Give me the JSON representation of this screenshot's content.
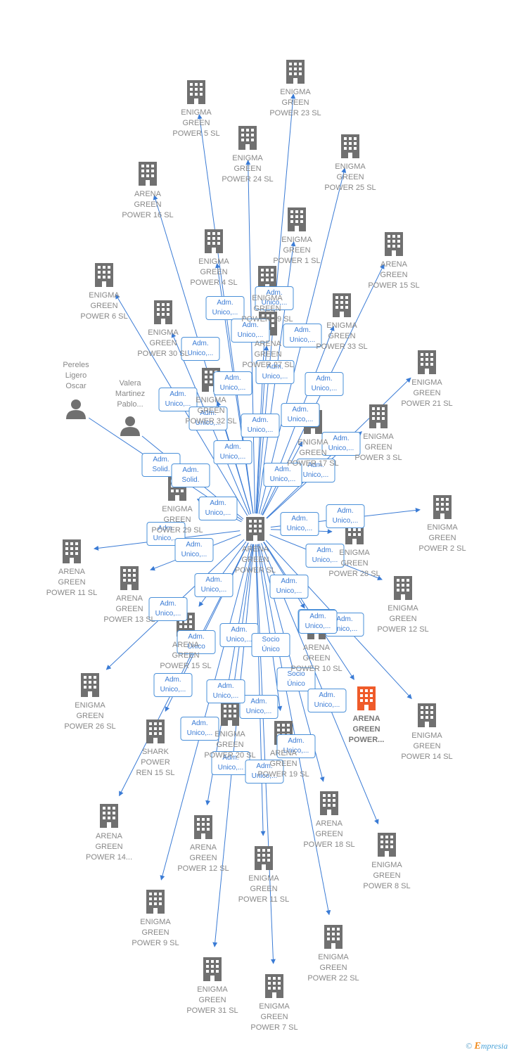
{
  "colors": {
    "edge": "#3a7bd5",
    "building": "#707070",
    "focus": "#ef5b2a",
    "label": "#888888",
    "edge_label": "#3a7bd5"
  },
  "footer": {
    "copyright": "©",
    "brand_initial": "E",
    "brand_rest": "mpresia"
  },
  "center": {
    "id": "c",
    "label": "ARENA\nGREEN\nPOWER  SL",
    "icon": "building-icon"
  },
  "nodes": [
    {
      "id": "n1",
      "label": "ENIGMA\nGREEN\nPOWER 23  SL",
      "icon": "building-icon"
    },
    {
      "id": "n2",
      "label": "ENIGMA\nGREEN\nPOWER 5  SL",
      "icon": "building-icon"
    },
    {
      "id": "n3",
      "label": "ENIGMA\nGREEN\nPOWER 24  SL",
      "icon": "building-icon"
    },
    {
      "id": "n4",
      "label": "ENIGMA\nGREEN\nPOWER 25  SL",
      "icon": "building-icon"
    },
    {
      "id": "n5",
      "label": "ARENA\nGREEN\nPOWER 16  SL",
      "icon": "building-icon"
    },
    {
      "id": "n6",
      "label": "ENIGMA\nGREEN\nPOWER 1  SL",
      "icon": "building-icon"
    },
    {
      "id": "n7",
      "label": "ENIGMA\nGREEN\nPOWER 4  SL",
      "icon": "building-icon"
    },
    {
      "id": "n8",
      "label": "ARENA\nGREEN\nPOWER 15  SL",
      "icon": "building-icon"
    },
    {
      "id": "n9",
      "label": "ENIGMA\nGREEN\nPOWER 6  SL",
      "icon": "building-icon"
    },
    {
      "id": "n10",
      "label": "ENIGMA\nGREEN\nPOWER 30  SL",
      "icon": "building-icon"
    },
    {
      "id": "n11",
      "label": "ENIGMA\nGREEN\nPOWER 33  SL",
      "icon": "building-icon"
    },
    {
      "id": "n12",
      "label": "ENIGMA\nGREEN\nPOWER 21  SL",
      "icon": "building-icon"
    },
    {
      "id": "n13",
      "label": "ENIGMA\nGREEN\nPOWER 3  SL",
      "icon": "building-icon"
    },
    {
      "id": "n14",
      "label": "Pereles\nLigero\nOscar",
      "icon": "person-icon"
    },
    {
      "id": "n15",
      "label": "Valera\nMartinez\nPablo...",
      "icon": "person-icon"
    },
    {
      "id": "n16",
      "label": "ENIGMA\nGREEN\nPOWER 2  SL",
      "icon": "building-icon"
    },
    {
      "id": "n17",
      "label": "ARENA\nGREEN\nPOWER 11  SL",
      "icon": "building-icon"
    },
    {
      "id": "n18",
      "label": "ARENA\nGREEN\nPOWER 13  SL",
      "icon": "building-icon"
    },
    {
      "id": "n19",
      "label": "ENIGMA\nGREEN\nPOWER 28  SL",
      "icon": "building-icon"
    },
    {
      "id": "n20",
      "label": "ENIGMA\nGREEN\nPOWER 12  SL",
      "icon": "building-icon"
    },
    {
      "id": "n21",
      "label": "ENIGMA\nGREEN\nPOWER 26  SL",
      "icon": "building-icon"
    },
    {
      "id": "n22",
      "label": "ENIGMA\nGREEN\nPOWER 14  SL",
      "icon": "building-icon"
    },
    {
      "id": "n23",
      "label": "ARENA\nGREEN\nPOWER...",
      "icon": "building-icon",
      "focus": true
    },
    {
      "id": "n24",
      "label": "SHARK\nPOWER\nREN 15  SL",
      "icon": "building-icon"
    },
    {
      "id": "n25",
      "label": "ARENA\nGREEN\nPOWER 14...",
      "icon": "building-icon"
    },
    {
      "id": "n26",
      "label": "ARENA\nGREEN\nPOWER 18  SL",
      "icon": "building-icon"
    },
    {
      "id": "n27",
      "label": "ARENA\nGREEN\nPOWER 12  SL",
      "icon": "building-icon"
    },
    {
      "id": "n28",
      "label": "ENIGMA\nGREEN\nPOWER 11  SL",
      "icon": "building-icon"
    },
    {
      "id": "n29",
      "label": "ENIGMA\nGREEN\nPOWER 8  SL",
      "icon": "building-icon"
    },
    {
      "id": "n30",
      "label": "ENIGMA\nGREEN\nPOWER 9  SL",
      "icon": "building-icon"
    },
    {
      "id": "n31",
      "label": "ENIGMA\nGREEN\nPOWER 22  SL",
      "icon": "building-icon"
    },
    {
      "id": "n32",
      "label": "ENIGMA\nGREEN\nPOWER 31  SL",
      "icon": "building-icon"
    },
    {
      "id": "n33",
      "label": "ENIGMA\nGREEN\nPOWER 7  SL",
      "icon": "building-icon"
    },
    {
      "id": "n34",
      "label": "ENIGMA\nGREEN\nPOWER 32  SL",
      "icon": "building-icon"
    },
    {
      "id": "n35",
      "label": "ENIGMA\nGREEN\nPOWER 17  SL",
      "icon": "building-icon"
    },
    {
      "id": "n36",
      "label": "ENIGMA\nGREEN\nPOWER 29  SL",
      "icon": "building-icon"
    },
    {
      "id": "n37",
      "label": "ARENA\nGREEN\nPOWER 10  SL",
      "icon": "building-icon"
    },
    {
      "id": "n38",
      "label": "ARENA\nGREEN\nPOWER 15  SL",
      "icon": "building-icon"
    },
    {
      "id": "n39",
      "label": "ENIGMA\nGREEN\nPOWER 20  SL",
      "icon": "building-icon"
    },
    {
      "id": "n40",
      "label": "ARENA\nGREEN\nPOWER 19  SL",
      "icon": "building-icon"
    },
    {
      "id": "n41",
      "label": "ARENA\nGREEN\nPOWER 27  SL",
      "icon": "building-icon"
    },
    {
      "id": "n42",
      "label": "ENIGMA\nGREEN\nPOWER 19  SL",
      "icon": "building-icon"
    }
  ],
  "edges": [
    {
      "to": "n1",
      "label": "Adm.\nUnico,..."
    },
    {
      "to": "n2",
      "label": "Adm.\nUnico,..."
    },
    {
      "to": "n3",
      "label": "Adm.\nUnico,..."
    },
    {
      "to": "n4",
      "label": "Adm.\nUnico,..."
    },
    {
      "to": "n5",
      "label": "Adm.\nUnico,..."
    },
    {
      "to": "n6",
      "label": "Adm.\nUnico,..."
    },
    {
      "to": "n7",
      "label": "Adm.\nUnico,..."
    },
    {
      "to": "n8",
      "label": "Adm.\nUnico,..."
    },
    {
      "to": "n9",
      "label": "Adm.\nUnico,..."
    },
    {
      "to": "n10",
      "label": "Adm.\nUnico,..."
    },
    {
      "to": "n11",
      "label": "Adm.\nUnico,..."
    },
    {
      "to": "n12",
      "label": "Adm.\nUnico,..."
    },
    {
      "to": "n13",
      "label": "Adm.\nUnico,..."
    },
    {
      "from": "n14",
      "label": "Adm.\nSolid."
    },
    {
      "from": "n15",
      "label": "Adm.\nSolid."
    },
    {
      "to": "n16",
      "label": "Adm.\nUnico,..."
    },
    {
      "to": "n17",
      "label": "Adm.\nUnico,..."
    },
    {
      "to": "n18",
      "label": "Adm.\nUnico,..."
    },
    {
      "to": "n19",
      "label": "Adm.\nUnico,..."
    },
    {
      "to": "n20",
      "label": "Adm.\nUnico,..."
    },
    {
      "to": "n21",
      "label": "Adm.\nUnico,..."
    },
    {
      "to": "n22",
      "label": "Adm.\nUnico,..."
    },
    {
      "to": "n23",
      "label": "Socio\nÚnico"
    },
    {
      "to": "n24",
      "label": "Adm.\nUnico,..."
    },
    {
      "to": "n25",
      "label": "Adm.\nUnico,..."
    },
    {
      "to": "n26",
      "label": "Adm.\nUnico,..."
    },
    {
      "to": "n27",
      "label": "Adm.\nUnico,..."
    },
    {
      "to": "n28",
      "label": "Adm.\nUnico,..."
    },
    {
      "to": "n29",
      "label": "Adm.\nUnico,..."
    },
    {
      "to": "n30",
      "label": "Adm.\nUnico,..."
    },
    {
      "to": "n31",
      "label": "Adm.\nUnico,..."
    },
    {
      "to": "n32",
      "label": "Adm.\nUnico,..."
    },
    {
      "to": "n33",
      "label": "Adm.\nUnico,..."
    },
    {
      "to": "n34",
      "label": "Adm.\nUnico,..."
    },
    {
      "to": "n35",
      "label": "Adm.\nUnico,..."
    },
    {
      "to": "n36",
      "label": "Adm.\nUnico,..."
    },
    {
      "to": "n37",
      "label": "Adm.\nUnico,..."
    },
    {
      "to": "n38",
      "label": "Adm.\nUnico"
    },
    {
      "to": "n39",
      "label": "Adm.\nUnico,..."
    },
    {
      "to": "n40",
      "label": "Adm.\nUnico,..."
    },
    {
      "to": "n41",
      "label": "Socio\nÚnico"
    },
    {
      "to": "n42",
      "label": "Adm.\nUnico,..."
    }
  ]
}
